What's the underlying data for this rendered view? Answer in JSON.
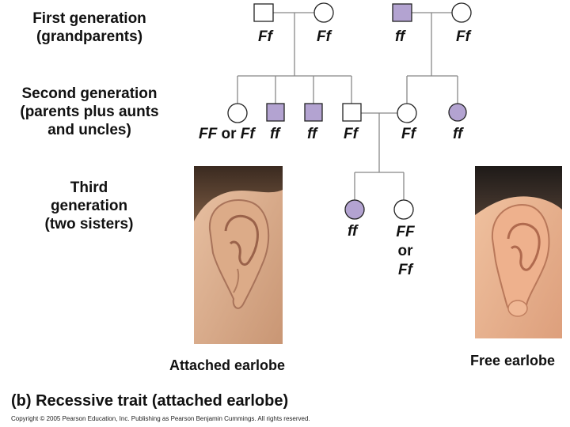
{
  "generations": {
    "first": [
      "First generation",
      "(grandparents)"
    ],
    "second": [
      "Second generation",
      "(parents plus aunts",
      "and uncles)"
    ],
    "third": [
      "Third",
      "generation",
      "(two sisters)"
    ]
  },
  "genotypes": {
    "g1_male_left": "Ff",
    "g1_female_left": "Ff",
    "g1_male_right": "ff",
    "g1_female_right": "Ff",
    "g2_a_part1": "FF",
    "g2_a_or": "or",
    "g2_a_part2": "Ff",
    "g2_b": "ff",
    "g2_c": "ff",
    "g2_d": "Ff",
    "g2_e": "Ff",
    "g2_f": "ff",
    "g3_a": "ff",
    "g3_b_line1": "FF",
    "g3_b_line2": "or",
    "g3_b_line3": "Ff"
  },
  "colors": {
    "affected": "#b3a3d1",
    "unaffected": "#ffffff",
    "line": "#888888"
  },
  "captions": {
    "attached": "Attached earlobe",
    "free": "Free earlobe"
  },
  "figure_title": "(b) Recessive trait (attached earlobe)",
  "copyright": "Copyright © 2005 Pearson Education, Inc. Publishing as Pearson Benjamin Cummings. All rights reserved."
}
